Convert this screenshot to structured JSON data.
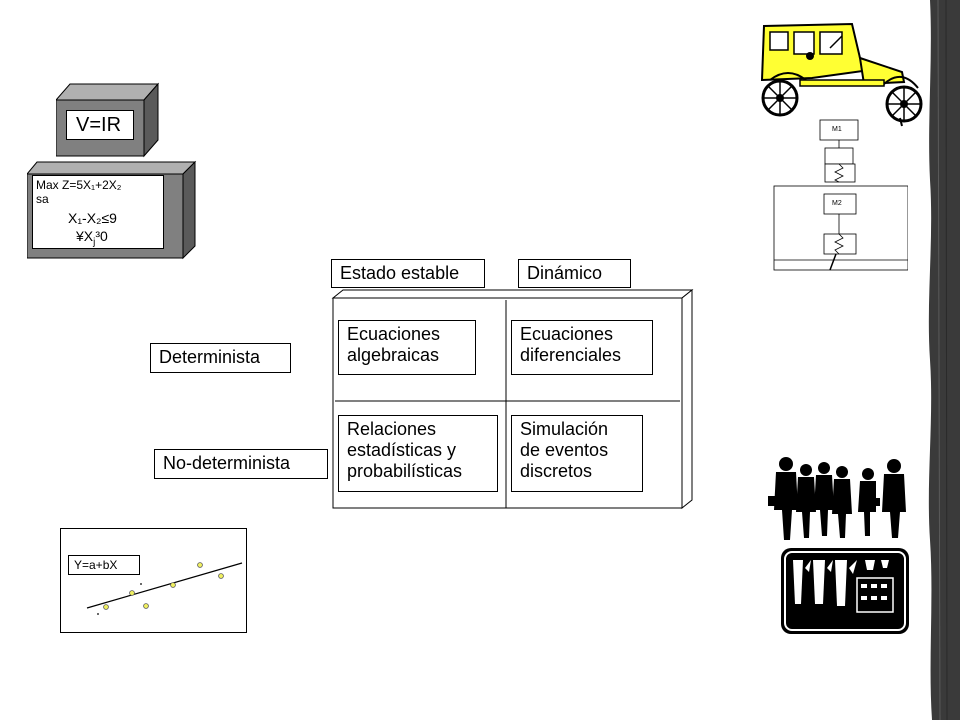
{
  "cube_top": {
    "formula": "V=IR"
  },
  "cube_lp": {
    "line1": "Max Z=5X₁+2X₂",
    "line2": "sa",
    "line3": "X₁-X₂≤9",
    "line4": "¥X",
    "line4b": "j",
    "line4c": "³0"
  },
  "headers": {
    "steady": "Estado estable",
    "dynamic": "Dinámico"
  },
  "rows": {
    "deterministic": "Determinista",
    "nondeterministic": "No-determinista"
  },
  "cells": {
    "algebraic": [
      "Ecuaciones",
      "algebraicas"
    ],
    "differential": [
      "Ecuaciones",
      "diferenciales"
    ],
    "statistical": [
      "Relaciones",
      "estadísticas y",
      "probabilísticas"
    ],
    "simulation": [
      "Simulación",
      "de eventos",
      "discretos"
    ]
  },
  "regression": {
    "equation": "Y=a+bX"
  },
  "spring": {
    "m1": "M1",
    "m2": "M2"
  },
  "colors": {
    "car": "#ffff33",
    "scatter_point": "#f0f060",
    "brush": "#3a3a3a"
  }
}
